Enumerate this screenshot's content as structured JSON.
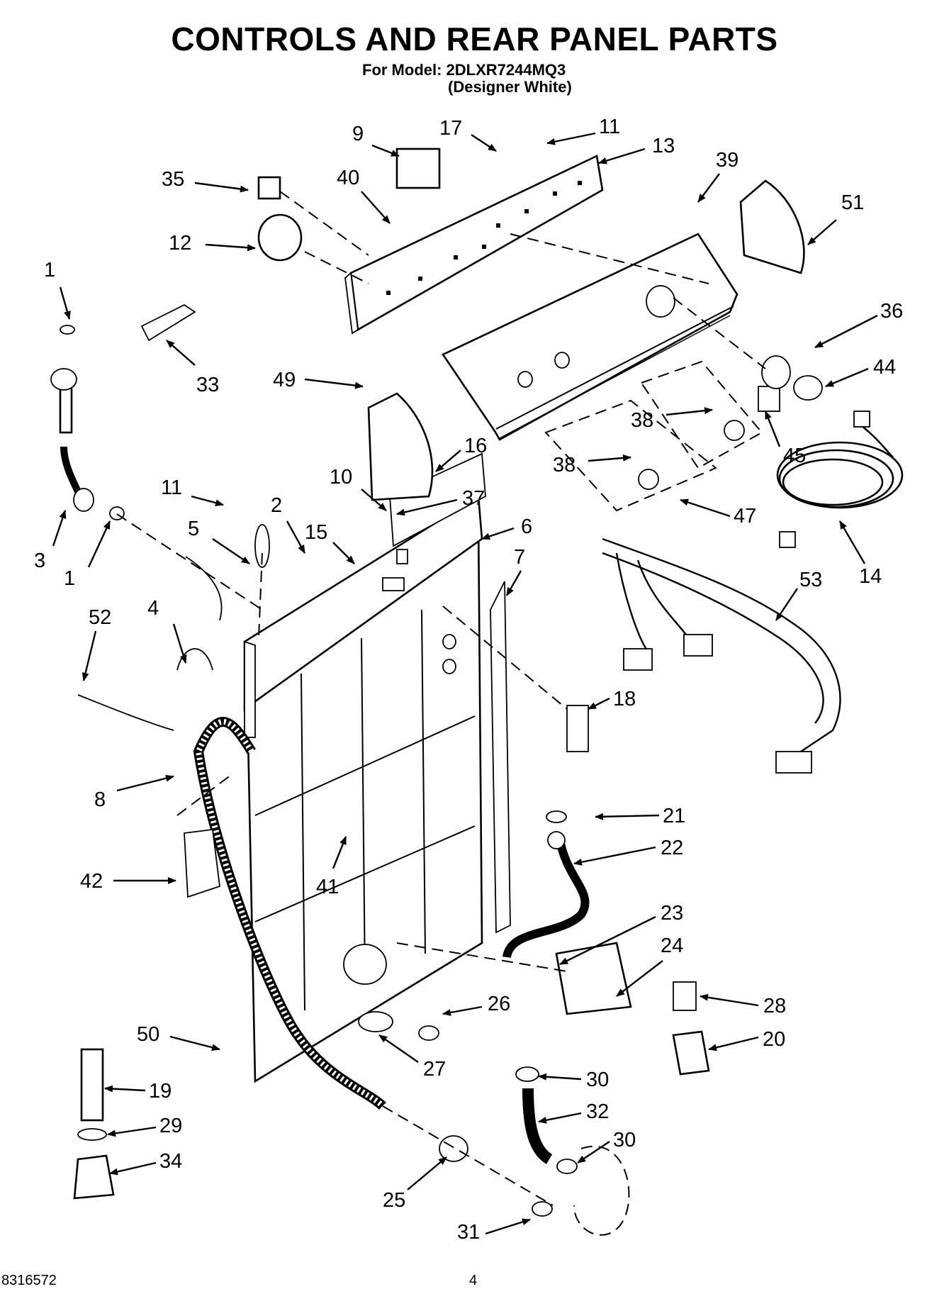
{
  "title": "CONTROLS AND REAR PANEL PARTS",
  "model_line": "For Model: 2DLXR7244MQ3",
  "model_color": "(Designer White)",
  "callouts": [
    "1",
    "1",
    "2",
    "3",
    "4",
    "5",
    "6",
    "7",
    "8",
    "9",
    "10",
    "11",
    "11",
    "12",
    "13",
    "14",
    "15",
    "16",
    "17",
    "18",
    "19",
    "20",
    "21",
    "22",
    "23",
    "24",
    "25",
    "26",
    "27",
    "28",
    "29",
    "30",
    "30",
    "31",
    "32",
    "33",
    "34",
    "35",
    "36",
    "37",
    "38",
    "38",
    "39",
    "40",
    "41",
    "42",
    "44",
    "45",
    "47",
    "49",
    "50",
    "51",
    "52",
    "53"
  ],
  "footer": {
    "doc_number": "8316572",
    "page_number": "4"
  }
}
